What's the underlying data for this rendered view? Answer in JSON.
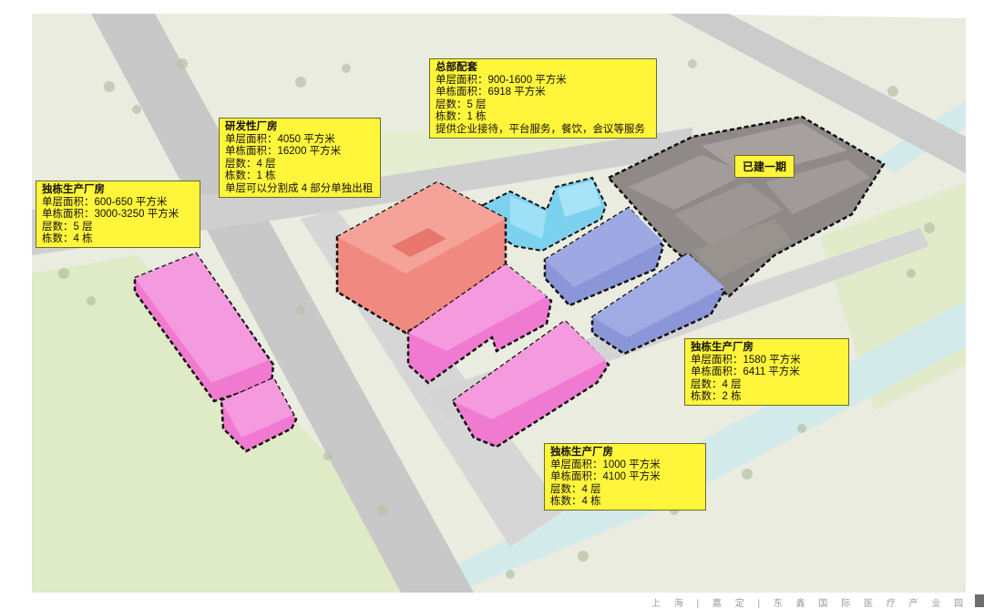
{
  "labels": {
    "hq": {
      "title": "总部配套",
      "lines": [
        "单层面积：900-1600 平方米",
        "单栋面积：6918 平方米",
        "层数：5 层",
        "栋数：1 栋",
        "提供企业接待，平台服务，餐饮，会议等服务"
      ]
    },
    "rd": {
      "title": "研发性厂房",
      "lines": [
        "单层面积：4050 平方米",
        "单栋面积：16200 平方米",
        "层数：4 层",
        "栋数：1 栋",
        "单层可以分割成 4 部分单独出租"
      ]
    },
    "factory_left": {
      "title": "独栋生产厂房",
      "lines": [
        "单层面积：600-650 平方米",
        "单栋面积：3000-3250 平方米",
        "层数：5 层",
        "栋数：4 栋"
      ]
    },
    "factory_right": {
      "title": "独栋生产厂房",
      "lines": [
        "单层面积：1580 平方米",
        "单栋面积：6411 平方米",
        "层数：4 层",
        "栋数：2 栋"
      ]
    },
    "factory_bottom": {
      "title": "独栋生产厂房",
      "lines": [
        "单层面积：1000 平方米",
        "单栋面积：4100 平方米",
        "层数：4 层",
        "栋数：4 栋"
      ]
    },
    "phase1": "已建一期"
  },
  "footer": "上 海 | 嘉 定 | 东 鑫 国 际 医 疗 产 业 园",
  "colors": {
    "label_bg": "#fff53a",
    "rd_building": "#f08a80",
    "factory_pink": "#f07ad0",
    "factory_blue": "#8a96d8",
    "hq_cyan": "#7ad4ee",
    "phase1_gray": "#8c8684",
    "grass": "#dde9c8",
    "road": "#c9c9c9",
    "water": "#d5ecec"
  }
}
